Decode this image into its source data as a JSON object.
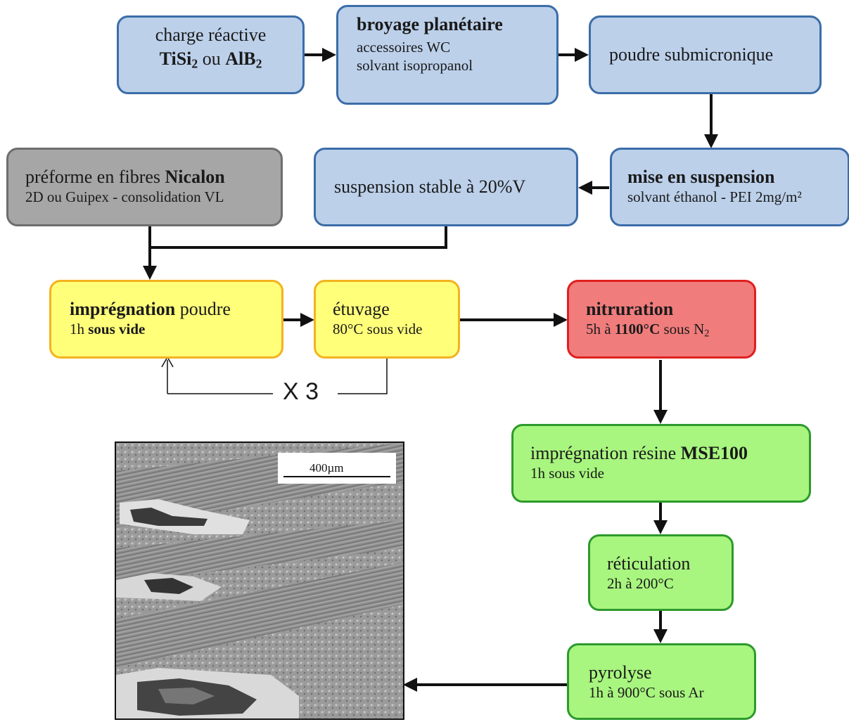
{
  "nodes": {
    "charge": {
      "line1": "charge réactive",
      "l2_part1": "TiSi",
      "l2_sub1": "2",
      "l2_part2": " ou ",
      "l2_part3": "AlB",
      "l2_sub2": "2"
    },
    "broyage": {
      "title": "broyage planétaire",
      "line2": "accessoires WC",
      "line3": "solvant isopropanol"
    },
    "poudre": {
      "line1": "poudre submicronique"
    },
    "suspension": {
      "title": "mise en suspension",
      "line2": "solvant éthanol - PEI 2mg/m²"
    },
    "stable": {
      "line1": "suspension stable à 20%V"
    },
    "preforme": {
      "line1_part1": "préforme en fibres ",
      "line1_bold": "Nicalon",
      "line2": "2D ou Guipex  - consolidation VL"
    },
    "impregnation_poudre": {
      "line1_bold": "imprégnation",
      "line1_rest": " poudre",
      "line2_part1": "1h ",
      "line2_bold": "sous vide"
    },
    "etuvage": {
      "line1": "étuvage",
      "line2": "80°C sous vide"
    },
    "nitruration": {
      "title": "nitruration",
      "l2_part1": "5h à ",
      "l2_bold": "1100°C",
      "l2_part2": " sous N",
      "l2_sub": "2"
    },
    "impregnation_resine": {
      "line1_part1": "imprégnation résine ",
      "line1_bold": "MSE100",
      "line2": "1h sous vide"
    },
    "reticulation": {
      "line1": "réticulation",
      "line2": "2h à 200°C"
    },
    "pyrolyse": {
      "line1": "pyrolyse",
      "line2": "1h à 900°C sous Ar"
    }
  },
  "loop_label": "X 3",
  "micrograph": {
    "scale_bar_label": "400µm"
  },
  "colors": {
    "blue_fill": "#bcd0ea",
    "blue_border": "#3b6da8",
    "grey_fill": "#a6a6a6",
    "grey_border": "#6e6e6e",
    "yellow_fill": "#ffff7a",
    "yellow_border": "#f4b21f",
    "red_fill": "#f07c7c",
    "red_border": "#e01f1f",
    "green_fill": "#a8f57f",
    "green_border": "#2c9a2c",
    "arrow": "#111111"
  }
}
